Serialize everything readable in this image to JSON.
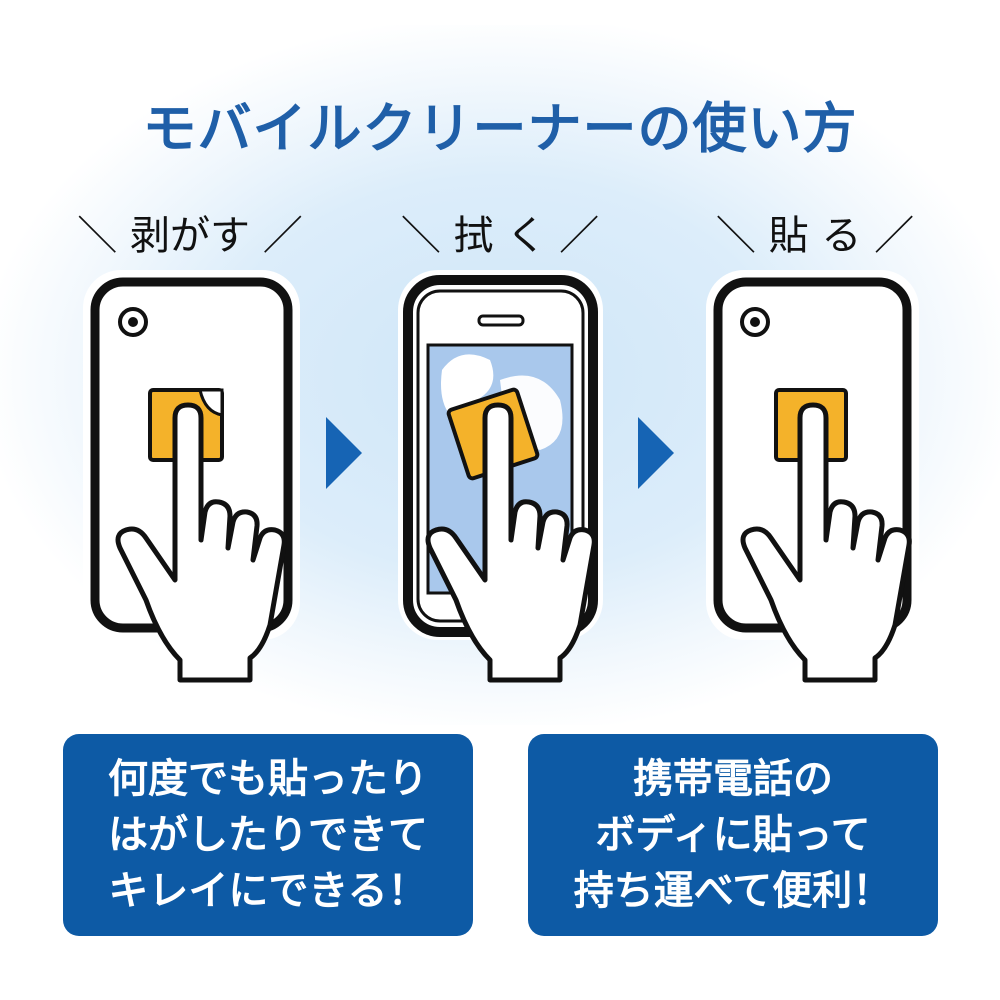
{
  "title": "モバイルクリーナーの使い方",
  "steps": [
    {
      "label": "＼ 剥がす ／"
    },
    {
      "label": "＼ 拭 く ／"
    },
    {
      "label": "＼ 貼 る ／"
    }
  ],
  "boxes": {
    "left": [
      "何度でも貼ったり",
      "はがしたりできて",
      "キレイにできる！"
    ],
    "right": [
      "携帯電話の",
      "ボディに貼って",
      "持ち運べて便利！"
    ]
  },
  "colors": {
    "title": "#1f5fa8",
    "box": "#0d5aa5",
    "arrow": "#1664b4",
    "sticker": "#f4b22a",
    "screen": "#a9c8ec",
    "background_glow": "#cfe6f8"
  },
  "icons": [
    "phone-back-icon",
    "phone-front-icon",
    "hand-icon",
    "sticker-icon",
    "camera-lens-icon",
    "arrow-right-icon"
  ]
}
